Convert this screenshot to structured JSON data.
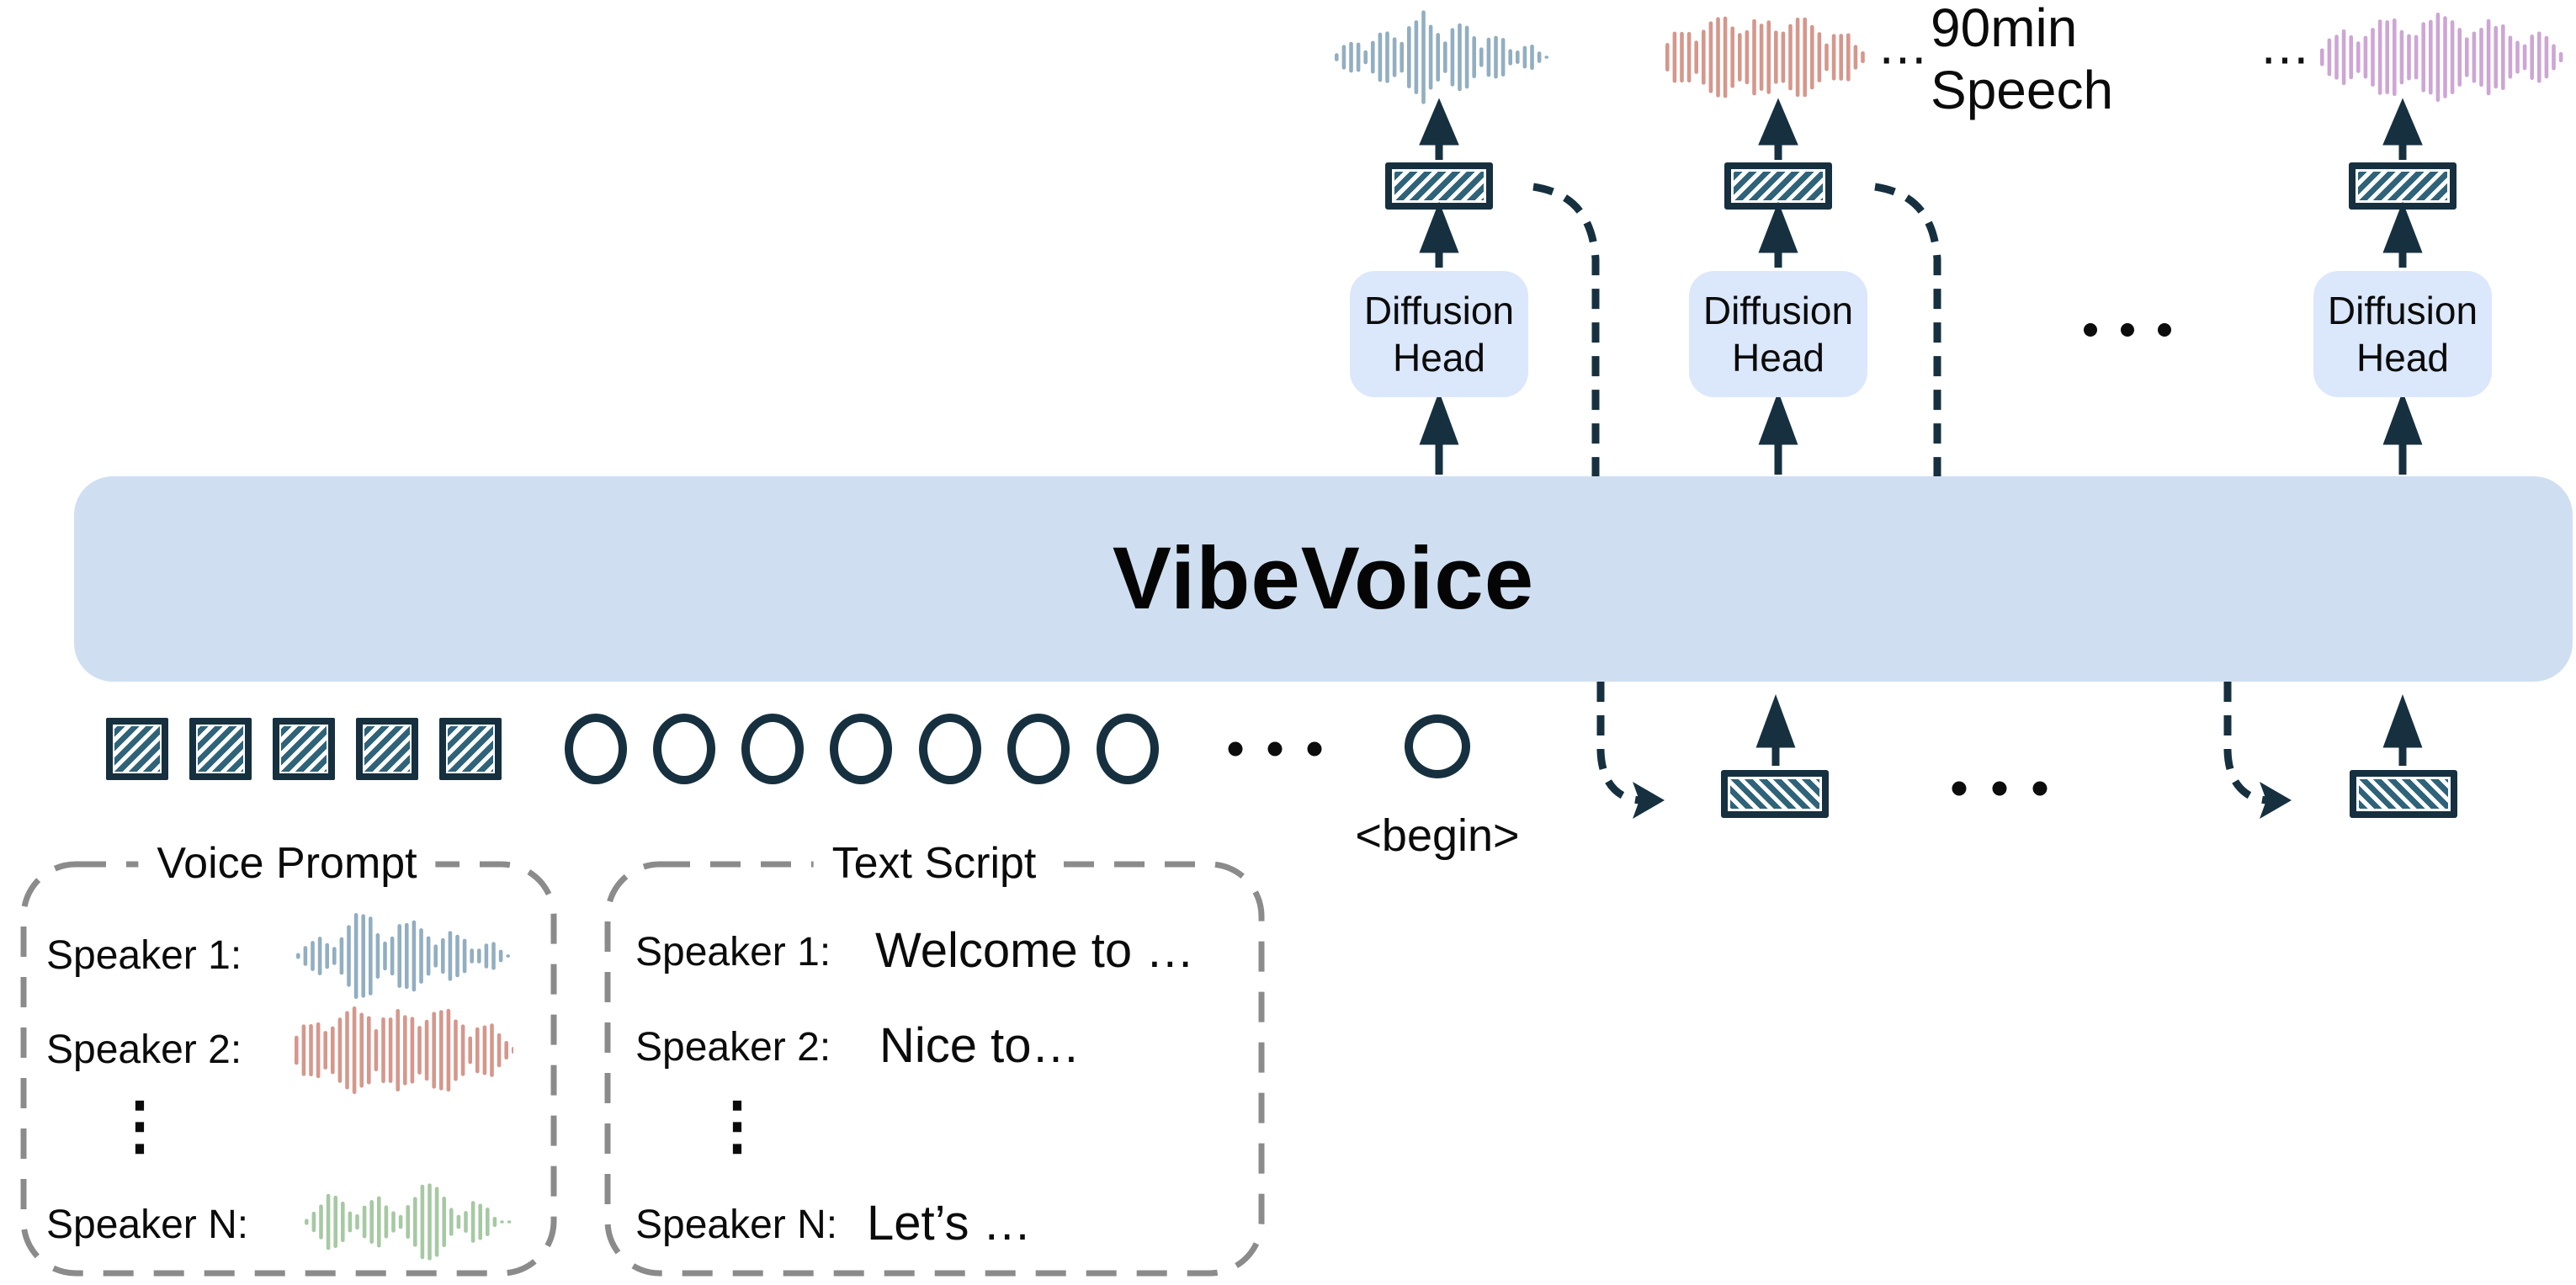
{
  "labels": {
    "model": "VibeVoice",
    "caption_dots_left": "⋯",
    "caption": "90min Speech",
    "caption_dots_right": "⋯",
    "diffusion_line1": "Diffusion",
    "diffusion_line2": "Head",
    "begin_token": "<begin>"
  },
  "input_tokens": {
    "acoustic_token_count": 5,
    "text_token_count": 7
  },
  "output_waveforms": {
    "speaker1_color": "#92aec1",
    "speaker2_color": "#d5978c",
    "speakerN_color": "#cda6d4"
  },
  "voice_prompt": {
    "title": "Voice Prompt",
    "vdots": "⋮",
    "rows": [
      {
        "label": "Speaker 1:",
        "waveform_color": "#92aec1"
      },
      {
        "label": "Speaker 2:",
        "waveform_color": "#d5978c"
      },
      {
        "label": "Speaker N:",
        "waveform_color": "#a6c9a3"
      }
    ]
  },
  "text_script": {
    "title": "Text Script",
    "vdots": "⋮",
    "rows": [
      {
        "label": "Speaker 1:",
        "text": "Welcome to …"
      },
      {
        "label": "Speaker 2:",
        "text": "Nice to…"
      },
      {
        "label": "Speaker N:",
        "text": "Let’s …"
      }
    ]
  },
  "colors": {
    "bar_fill": "#cfdff1",
    "diffusion_fill": "#dbe7fb",
    "token_stroke": "#16303f",
    "hatch_teal": "#2f6379",
    "dashed_gray": "#8b8b8b",
    "text_black": "#0b0b0b"
  }
}
